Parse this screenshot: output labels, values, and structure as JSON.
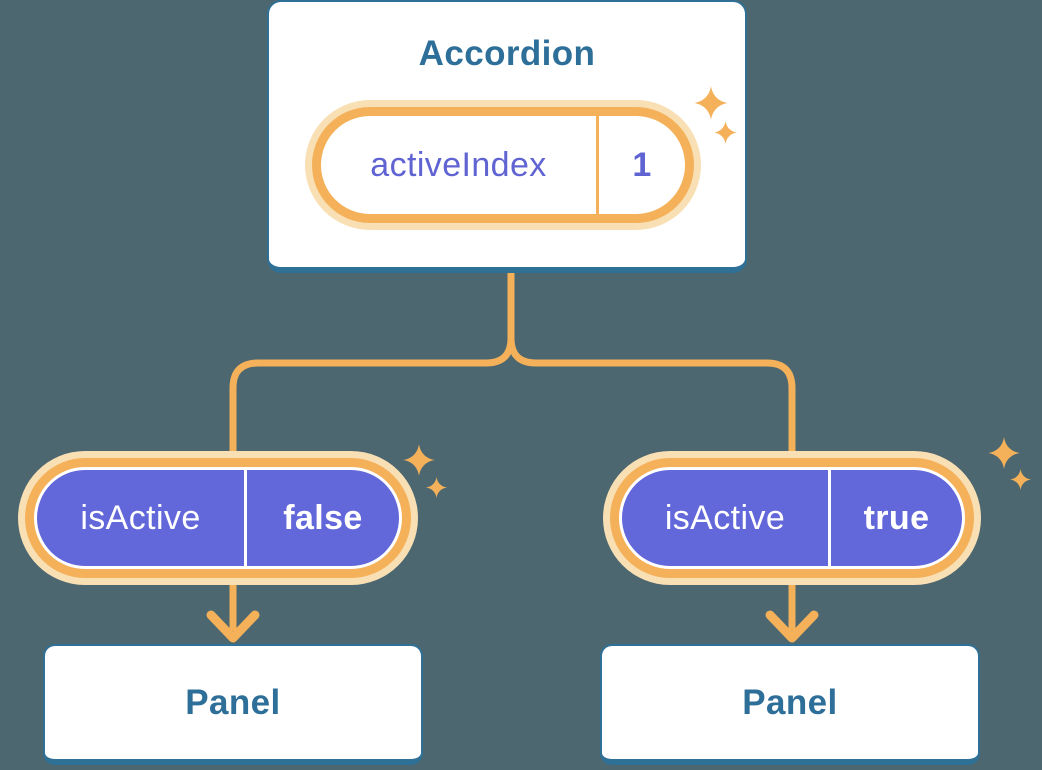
{
  "diagram": {
    "accordion": {
      "title": "Accordion",
      "state": {
        "label": "activeIndex",
        "value": "1"
      }
    },
    "props": [
      {
        "label": "isActive",
        "value": "false"
      },
      {
        "label": "isActive",
        "value": "true"
      }
    ],
    "panels": [
      {
        "label": "Panel"
      },
      {
        "label": "Panel"
      }
    ]
  },
  "icons": {
    "sparkle": "four-point-star"
  },
  "colors": {
    "background": "#4C6770",
    "node_border_blue": "#2F7096",
    "node_text_blue": "#2E6F99",
    "accent_orange": "#F4B159",
    "halo_orange": "#F9DFB4",
    "prop_purple": "#6267D9",
    "state_text_purple": "#6064D2",
    "white": "#FFFFFF"
  }
}
